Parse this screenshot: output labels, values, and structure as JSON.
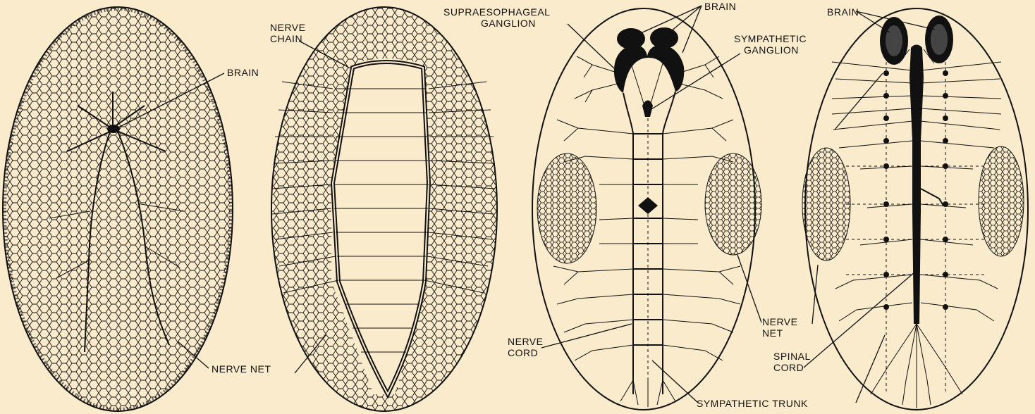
{
  "labels": {
    "p1_brain": "BRAIN",
    "p1_nerve_net": "NERVE NET",
    "p2_nerve_chain_1": "NERVE",
    "p2_nerve_chain_2": "CHAIN",
    "p3_supraesophageal_1": "SUPRAESOPHAGEAL",
    "p3_supraesophageal_2": "GANGLION",
    "p3_brain": "BRAIN",
    "p3_sympathetic_ganglion_1": "SYMPATHETIC",
    "p3_sympathetic_ganglion_2": "GANGLION",
    "p3_nerve_cord_1": "NERVE",
    "p3_nerve_cord_2": "CORD",
    "p3_nerve_net_1": "NERVE",
    "p3_nerve_net_2": "NET",
    "p3_sympathetic_trunk": "SYMPATHETIC TRUNK",
    "p4_brain": "BRAIN",
    "p4_spinal_cord_1": "SPINAL",
    "p4_spinal_cord_2": "CORD"
  },
  "colors": {
    "background": "#f9ebcb",
    "ink": "#111111",
    "net_fill": "#f9ebcb"
  }
}
